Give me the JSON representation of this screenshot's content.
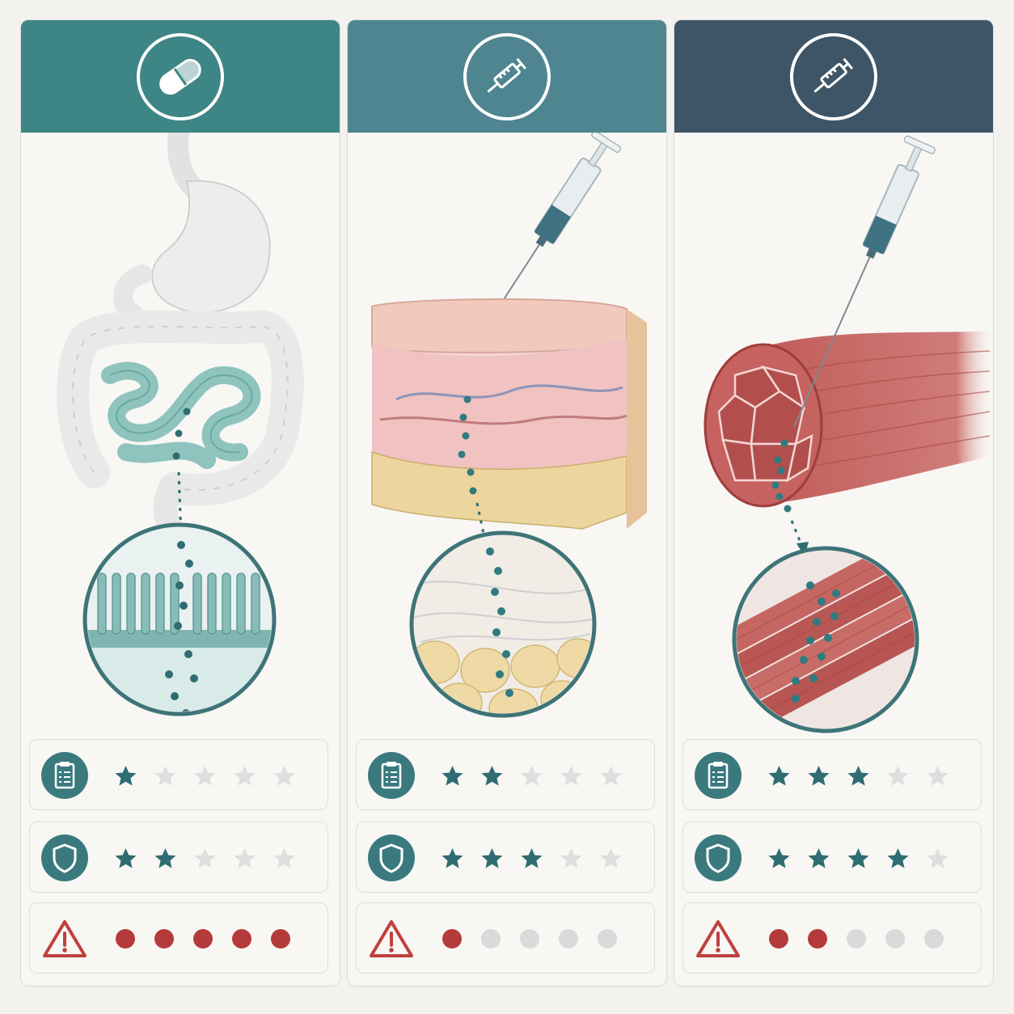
{
  "colors": {
    "teal": "#3a7a7e",
    "teal_dark": "#2f6d72",
    "header_oral": "#3e8585",
    "header_subq": "#4e8590",
    "header_im": "#3d5566",
    "star_off": "#dedede",
    "dot_on": "#b53b3b",
    "dot_off": "#dadada",
    "warn": "#c0403e"
  },
  "panels": [
    {
      "route": "oral",
      "header_icon": "pill-icon",
      "illustration": "digestive-tract-illustration",
      "zoom": "intestinal-villi-zoom",
      "ratings": [
        {
          "metric": "clipboard-icon",
          "kind": "stars",
          "value": 1,
          "max": 5
        },
        {
          "metric": "shield-icon",
          "kind": "stars",
          "value": 2,
          "max": 5
        },
        {
          "metric": "warning-icon",
          "kind": "dots",
          "value": 5,
          "max": 5
        }
      ]
    },
    {
      "route": "subcutaneous",
      "header_icon": "syringe-icon",
      "illustration": "skin-layers-injection-illustration",
      "zoom": "adipose-tissue-zoom",
      "ratings": [
        {
          "metric": "clipboard-icon",
          "kind": "stars",
          "value": 2,
          "max": 5
        },
        {
          "metric": "shield-icon",
          "kind": "stars",
          "value": 3,
          "max": 5
        },
        {
          "metric": "warning-icon",
          "kind": "dots",
          "value": 1,
          "max": 5
        }
      ]
    },
    {
      "route": "intramuscular",
      "header_icon": "syringe-icon",
      "illustration": "muscle-injection-illustration",
      "zoom": "muscle-fibers-zoom",
      "ratings": [
        {
          "metric": "clipboard-icon",
          "kind": "stars",
          "value": 3,
          "max": 5
        },
        {
          "metric": "shield-icon",
          "kind": "stars",
          "value": 4,
          "max": 5
        },
        {
          "metric": "warning-icon",
          "kind": "dots",
          "value": 2,
          "max": 5
        }
      ]
    }
  ]
}
